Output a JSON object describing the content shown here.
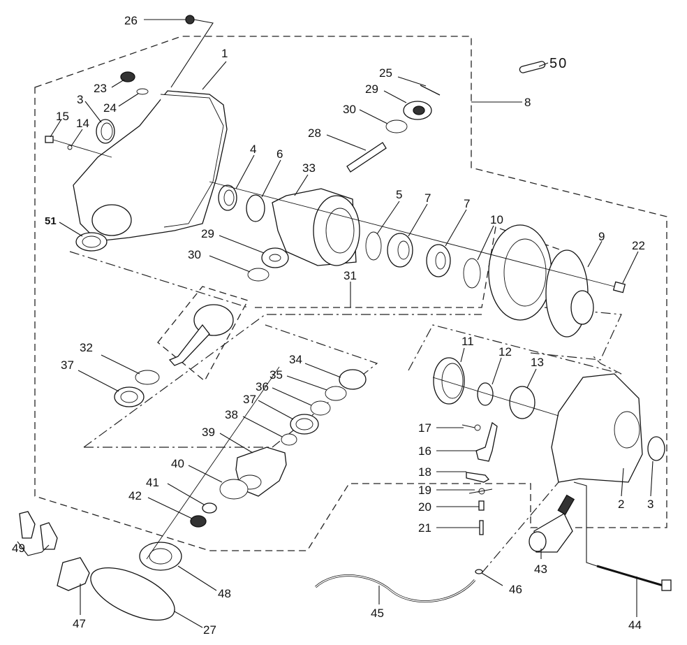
{
  "title": "Rear gear case assembly — exploded parts diagram",
  "background": "#ffffff",
  "line_color": "#111111",
  "callouts": [
    {
      "id": "1",
      "label": "1"
    },
    {
      "id": "2",
      "label": "2"
    },
    {
      "id": "3a",
      "label": "3"
    },
    {
      "id": "3b",
      "label": "3"
    },
    {
      "id": "4",
      "label": "4"
    },
    {
      "id": "5",
      "label": "5"
    },
    {
      "id": "6",
      "label": "6"
    },
    {
      "id": "7a",
      "label": "7"
    },
    {
      "id": "7b",
      "label": "7"
    },
    {
      "id": "8",
      "label": "8"
    },
    {
      "id": "9",
      "label": "9"
    },
    {
      "id": "10",
      "label": "10"
    },
    {
      "id": "11",
      "label": "11"
    },
    {
      "id": "12",
      "label": "12"
    },
    {
      "id": "13",
      "label": "13"
    },
    {
      "id": "14",
      "label": "14"
    },
    {
      "id": "15",
      "label": "15"
    },
    {
      "id": "16",
      "label": "16"
    },
    {
      "id": "17",
      "label": "17"
    },
    {
      "id": "18",
      "label": "18"
    },
    {
      "id": "19",
      "label": "19"
    },
    {
      "id": "20",
      "label": "20"
    },
    {
      "id": "21",
      "label": "21"
    },
    {
      "id": "22",
      "label": "22"
    },
    {
      "id": "23",
      "label": "23"
    },
    {
      "id": "24",
      "label": "24"
    },
    {
      "id": "25",
      "label": "25"
    },
    {
      "id": "26",
      "label": "26"
    },
    {
      "id": "27",
      "label": "27"
    },
    {
      "id": "28",
      "label": "28"
    },
    {
      "id": "29a",
      "label": "29"
    },
    {
      "id": "29b",
      "label": "29"
    },
    {
      "id": "30a",
      "label": "30"
    },
    {
      "id": "30b",
      "label": "30"
    },
    {
      "id": "31",
      "label": "31"
    },
    {
      "id": "32",
      "label": "32"
    },
    {
      "id": "33",
      "label": "33"
    },
    {
      "id": "34",
      "label": "34"
    },
    {
      "id": "35",
      "label": "35"
    },
    {
      "id": "36",
      "label": "36"
    },
    {
      "id": "37a",
      "label": "37"
    },
    {
      "id": "37b",
      "label": "37"
    },
    {
      "id": "38",
      "label": "38"
    },
    {
      "id": "39",
      "label": "39"
    },
    {
      "id": "40",
      "label": "40"
    },
    {
      "id": "41",
      "label": "41"
    },
    {
      "id": "42",
      "label": "42"
    },
    {
      "id": "43",
      "label": "43"
    },
    {
      "id": "44",
      "label": "44"
    },
    {
      "id": "45",
      "label": "45"
    },
    {
      "id": "46",
      "label": "46"
    },
    {
      "id": "47",
      "label": "47"
    },
    {
      "id": "48",
      "label": "48"
    },
    {
      "id": "49",
      "label": "49"
    },
    {
      "id": "50",
      "label": "50"
    },
    {
      "id": "51",
      "label": "51"
    }
  ]
}
